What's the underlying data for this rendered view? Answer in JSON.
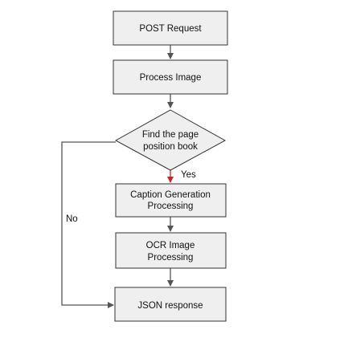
{
  "flowchart": {
    "nodes": {
      "post_request": "POST Request",
      "process_image": "Process Image",
      "decision": [
        "Find the page",
        "position book"
      ],
      "caption": [
        "Caption Generation",
        "Processing"
      ],
      "ocr": [
        "OCR Image",
        "Processing"
      ],
      "json_response": "JSON response"
    },
    "edges": {
      "yes_label": "Yes",
      "no_label": "No"
    },
    "colors": {
      "node_fill": "#efefef",
      "node_border": "#333333",
      "connector": "#555555",
      "yes_connector": "#cc2222"
    }
  }
}
